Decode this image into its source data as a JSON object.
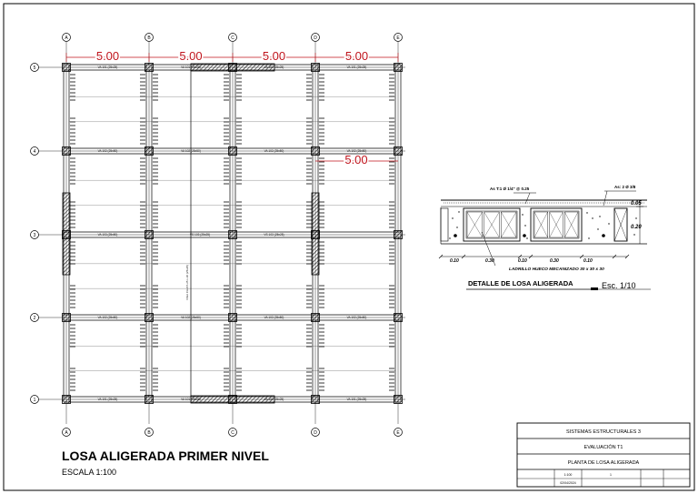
{
  "plan": {
    "title": "LOSA ALIGERADA PRIMER NIVEL",
    "scale": "ESCALA 1:100",
    "grid_cols": [
      "A",
      "B",
      "C",
      "D",
      "E"
    ],
    "grid_rows": [
      "5",
      "4",
      "3",
      "2",
      "1"
    ],
    "spans": [
      "5.00",
      "5.00",
      "5.00",
      "5.00"
    ],
    "span_right": "5.00",
    "beams": {
      "b5": [
        "VA 101 (25x25)",
        "VA 101 (25x25)",
        "VA 101 (25x25)",
        "VA 101 (25x25)"
      ],
      "b4": [
        "VA 102 (25x50)",
        "VA 102 (25x50)",
        "VA 102 (25x50)",
        "VA 102 (25x50)"
      ],
      "b3": [
        "VA 103 (25x50)",
        "VS 103 (25x25)",
        "VS 103 (25x25)"
      ],
      "b2": [
        "VA 102 (25x50)",
        "VA 102 (25x50)",
        "VA 102 (25x50)",
        "VA 102 (25x50)"
      ],
      "b1": [
        "VA 101 (25x25)",
        "VA 101 (25x25)",
        "VA 101 (25x25)",
        "VA 101 (25x25)"
      ]
    },
    "vertical_beam": "VIGA CHATA 25 x 20 (25x25)"
  },
  "detail": {
    "title": "DETALLE DE LOSA ALIGERADA",
    "scale": "Esc. 1/10",
    "top_rebar": "As T:1 Ø 1/4\" @ 0.25",
    "right_rebar": "As: 2 Ø 3/8",
    "dim_05": "0.05",
    "dim_20": "0.20",
    "bottom_dims": [
      "0.10",
      "0.30",
      "0.10",
      "0.30",
      "0.10"
    ],
    "brick_label": "LADRILLO HUECO MECANIZADO 30 x 30 x 30"
  },
  "titleblock": {
    "course": "SISTEMAS ESTRUCTURALES 3",
    "evaluation": "EVALUACIÓN T1",
    "sheet": "PLANTA DE LOSA ALIGERADA",
    "small1": "1:100",
    "small2": "02/04/2024",
    "small3": "1"
  },
  "colors": {
    "line": "#000000",
    "dim": "#c0141c",
    "grid": "#333333",
    "hatch": "#000000"
  }
}
